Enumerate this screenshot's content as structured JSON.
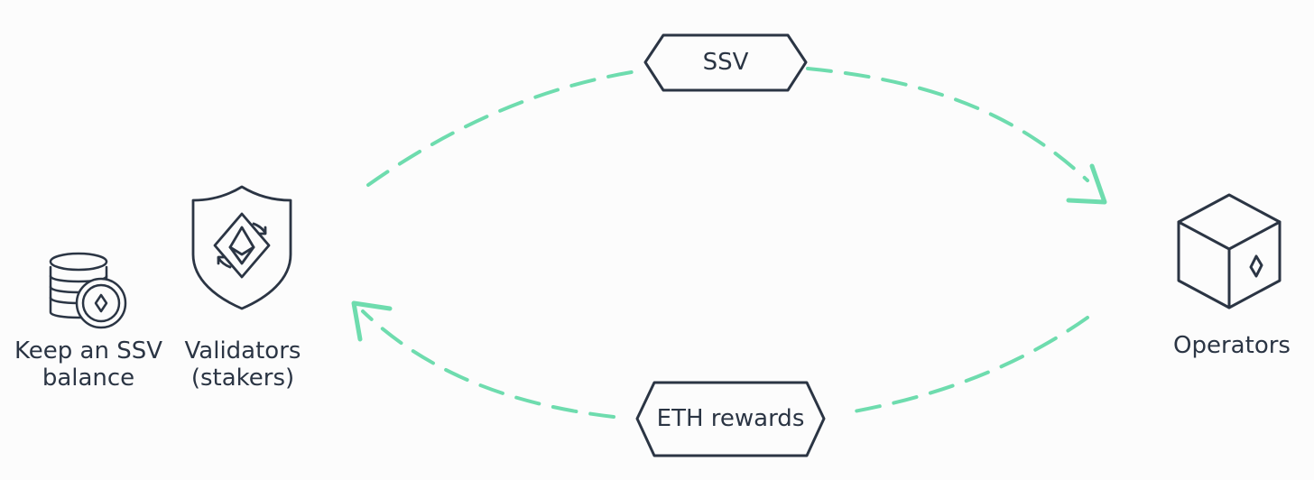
{
  "flow_top": {
    "label": "SSV"
  },
  "flow_bottom": {
    "label": "ETH rewards"
  },
  "nodes": {
    "balance": {
      "line1": "Keep an SSV",
      "line2": "balance"
    },
    "validators": {
      "line1": "Validators",
      "line2": "(stakers)"
    },
    "operators": {
      "label": "Operators"
    }
  },
  "icons": {
    "balance": "coin-stack-icon",
    "validators": "shield-ethereum-icon",
    "operators": "cube-icon"
  },
  "colors": {
    "arrow": "#6edcae",
    "stroke": "#2b3544",
    "background": "#fcfcfc"
  }
}
